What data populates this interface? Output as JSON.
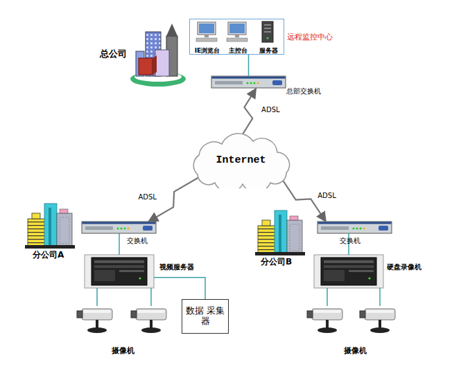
{
  "diagram": {
    "nodes": [
      {
        "text": [
          "远程监控中心"
        ]
      },
      {
        "text": [
          "IE浏览台"
        ],
        "in": 0
      },
      {
        "text": [
          "主控台"
        ],
        "in": 0
      },
      {
        "text": [
          "服务器"
        ],
        "in": 0
      },
      {
        "text": [
          "总公司"
        ]
      },
      {
        "text": [
          "总部交换机"
        ]
      },
      {
        "text": [
          "Internet"
        ]
      },
      {
        "text": [
          "分公司A"
        ]
      },
      {
        "text": [
          "交换机"
        ]
      },
      {
        "text": [
          "视频服务器"
        ]
      },
      {
        "text": [
          "数据 采集器"
        ]
      },
      {
        "text": [
          "摄像机"
        ]
      },
      {
        "text": [
          "分公司B"
        ]
      },
      {
        "text": [
          "交换机"
        ]
      },
      {
        "text": [
          "硬盘录像机"
        ]
      },
      {
        "text": [
          "摄像机"
        ]
      }
    ],
    "edges": [
      {
        "from": 0,
        "to": 5,
        "arrow": "none"
      },
      {
        "from": 6,
        "to": 5,
        "arrow": "to",
        "label": "ADSL"
      },
      {
        "from": 6,
        "to": 8,
        "arrow": "to",
        "label": "ADSL"
      },
      {
        "from": 6,
        "to": 13,
        "arrow": "to",
        "label": "ADSL"
      },
      {
        "from": 8,
        "to": 9,
        "arrow": "none"
      },
      {
        "from": 9,
        "to": 11,
        "arrow": "none"
      },
      {
        "from": 9,
        "to": 11,
        "arrow": "none"
      },
      {
        "from": 9,
        "to": 10,
        "arrow": "none"
      },
      {
        "from": 13,
        "to": 14,
        "arrow": "none"
      },
      {
        "from": 14,
        "to": 15,
        "arrow": "none"
      },
      {
        "from": 14,
        "to": 15,
        "arrow": "none"
      }
    ]
  }
}
